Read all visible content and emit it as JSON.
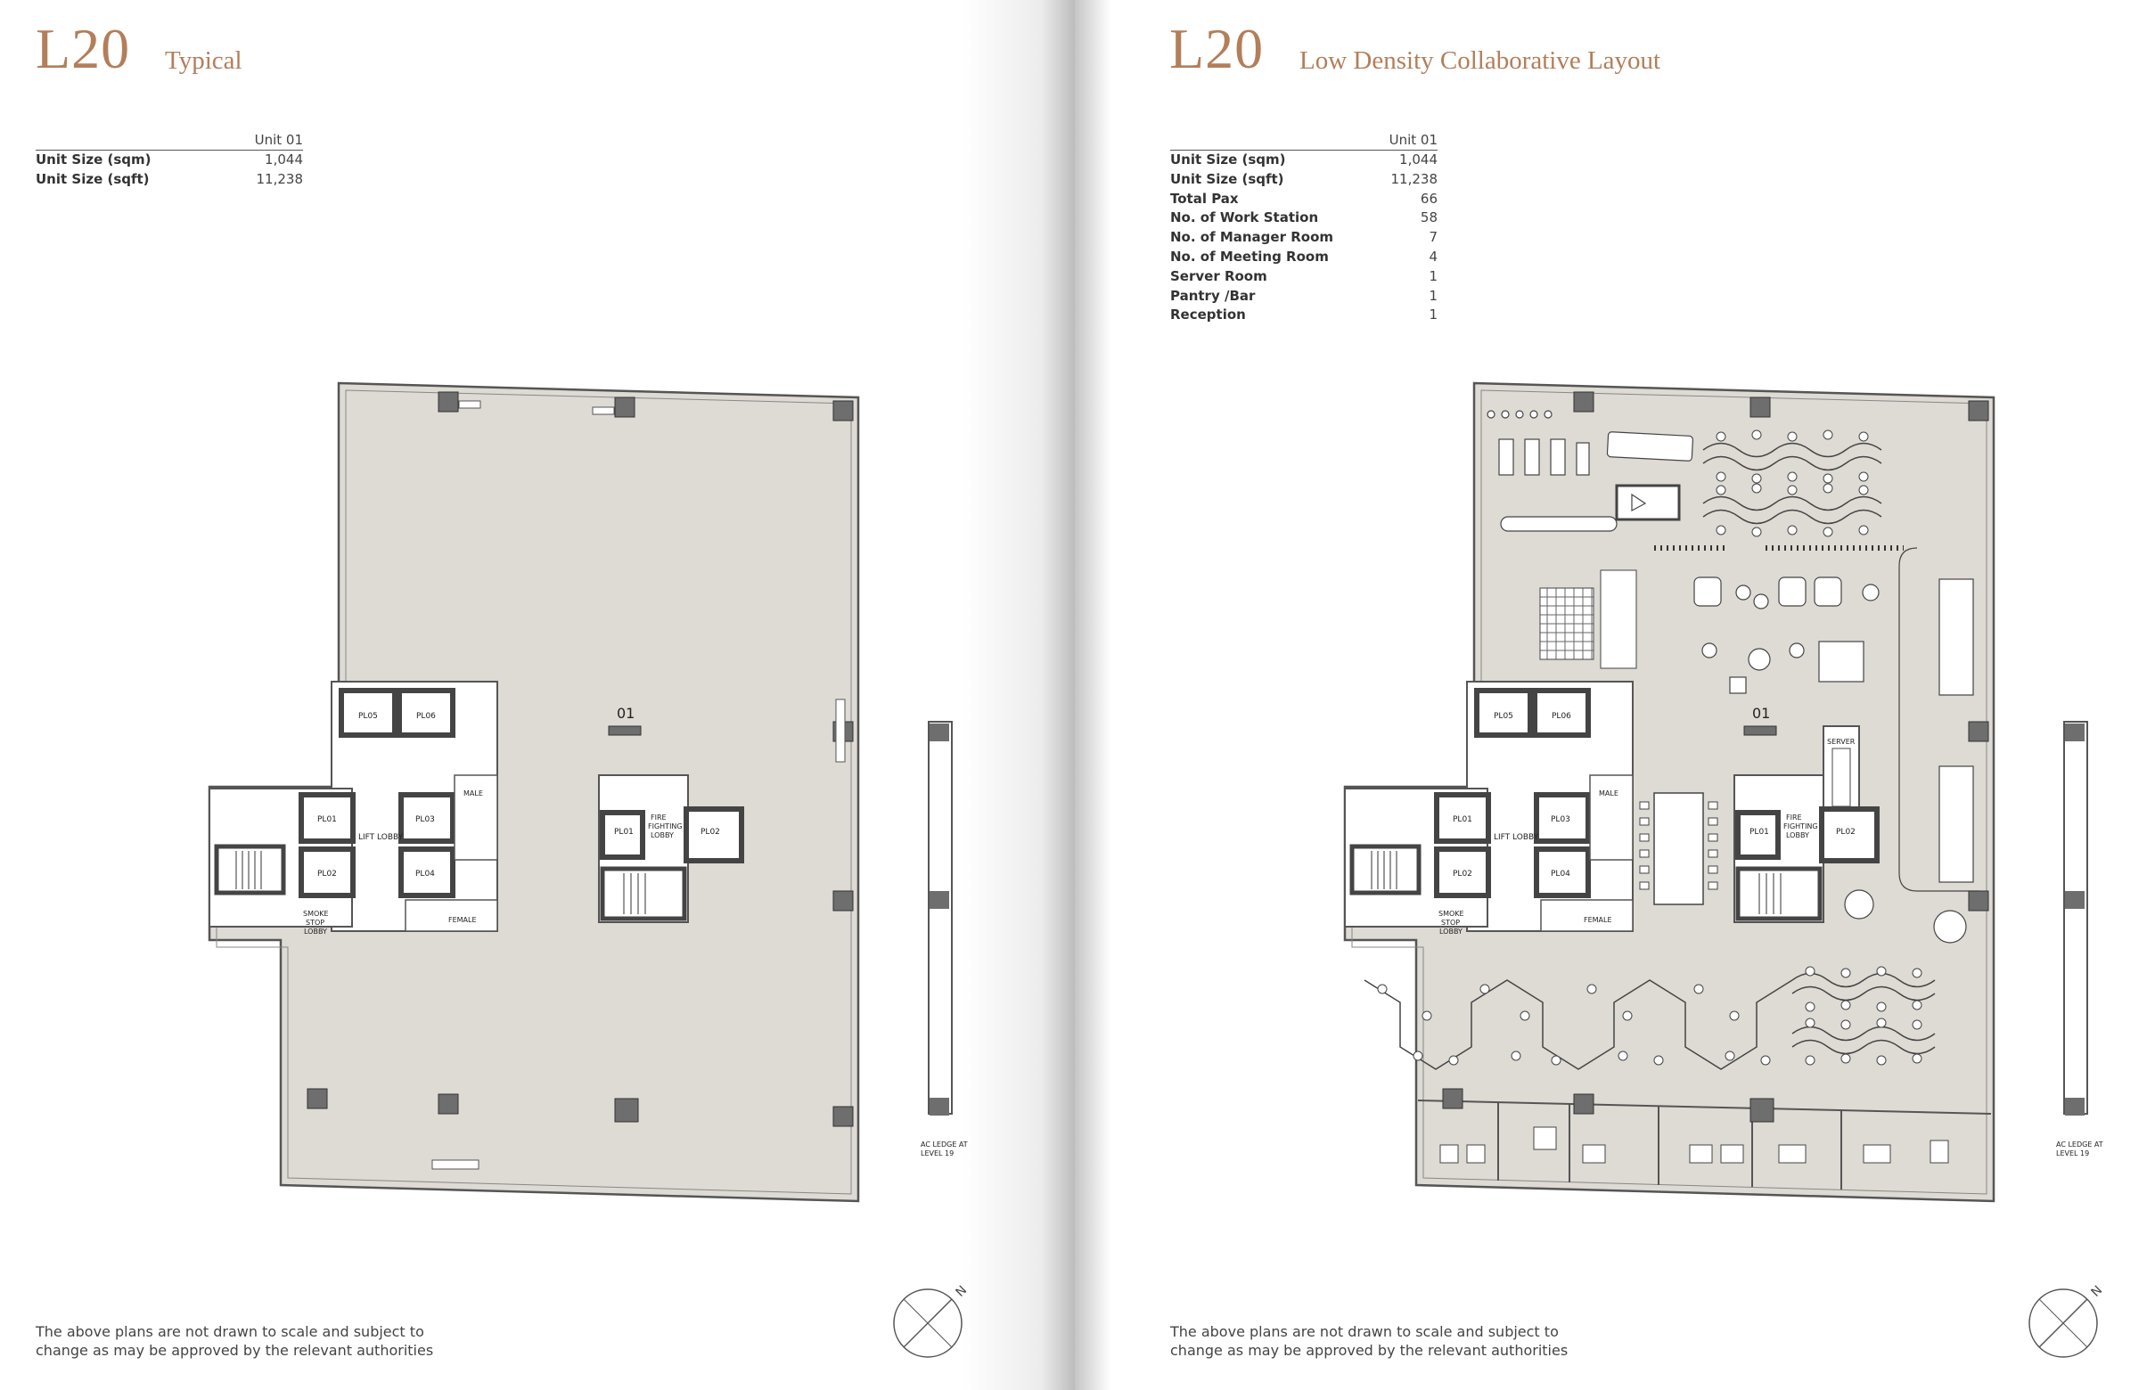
{
  "left": {
    "level": "L20",
    "subtitle": "Typical",
    "spec_header": "Unit 01",
    "spec_rows": [
      {
        "label": "Unit Size (sqm)",
        "value": "1,044"
      },
      {
        "label": "Unit Size (sqft)",
        "value": "11,238"
      }
    ],
    "plan_labels": {
      "unit": "01",
      "pl05": "PL05",
      "pl06": "PL06",
      "pl01": "PL01",
      "pl02": "PL02",
      "pl03": "PL03",
      "pl04": "PL04",
      "pl01b": "PL01",
      "pl02b": "PL02",
      "lift_lobby": "LIFT LOBBY",
      "male": "MALE",
      "female": "FEMALE",
      "smoke_1": "SMOKE",
      "smoke_2": "STOP",
      "smoke_3": "LOBBY",
      "fire_1": "FIRE",
      "fire_2": "FIGHTING",
      "fire_3": "LOBBY",
      "ledge_1": "AC LEDGE AT",
      "ledge_2": "LEVEL 19"
    },
    "footnote_line1": "The above plans are not drawn to scale and subject to",
    "footnote_line2": "change as may be approved by the relevant authorities",
    "compass_letter": "N"
  },
  "right": {
    "level": "L20",
    "subtitle": "Low Density Collaborative Layout",
    "spec_header": "Unit 01",
    "spec_rows": [
      {
        "label": "Unit Size (sqm)",
        "value": "1,044"
      },
      {
        "label": "Unit Size (sqft)",
        "value": "11,238"
      },
      {
        "label": "Total Pax",
        "value": "66"
      },
      {
        "label": "No. of Work Station",
        "value": "58"
      },
      {
        "label": "No. of Manager Room",
        "value": "7"
      },
      {
        "label": "No. of Meeting Room",
        "value": "4"
      },
      {
        "label": "Server Room",
        "value": "1"
      },
      {
        "label": "Pantry /Bar",
        "value": "1"
      },
      {
        "label": "Reception",
        "value": "1"
      }
    ],
    "plan_labels": {
      "unit": "01",
      "pl05": "PL05",
      "pl06": "PL06",
      "pl01": "PL01",
      "pl02": "PL02",
      "pl03": "PL03",
      "pl04": "PL04",
      "pl01b": "PL01",
      "pl02b": "PL02",
      "lift_lobby": "LIFT LOBBY",
      "male": "MALE",
      "female": "FEMALE",
      "smoke_1": "SMOKE",
      "smoke_2": "STOP",
      "smoke_3": "LOBBY",
      "fire_1": "FIRE",
      "fire_2": "FIGHTING",
      "fire_3": "LOBBY",
      "server": "SERVER",
      "ledge_1": "AC LEDGE AT",
      "ledge_2": "LEVEL 19"
    },
    "footnote_line1": "The above plans are not drawn to scale and subject to",
    "footnote_line2": "change as may be approved by the relevant authorities",
    "compass_letter": "N"
  },
  "colors": {
    "accent": "#b37e5a",
    "floor": "#dedad4",
    "wall": "#555555",
    "column": "#6e6e6e"
  }
}
